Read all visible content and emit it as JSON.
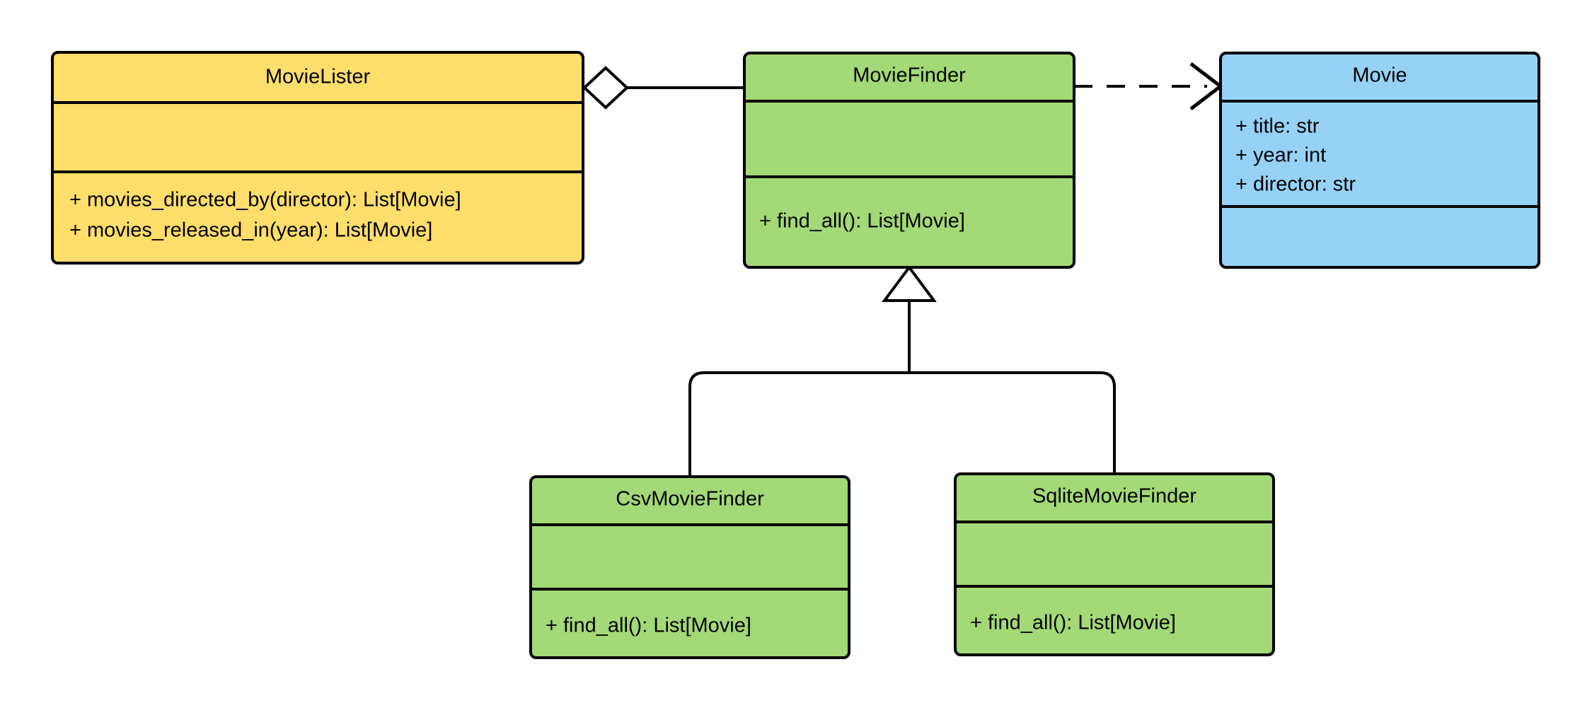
{
  "diagram": {
    "type": "uml-class-diagram",
    "title": "MovieLister dependency injection class diagram",
    "background": "#ffffff",
    "line_color": "#000000"
  },
  "colors": {
    "client_yellow": "#FFDE6B",
    "finder_green": "#A3D977",
    "entity_blue": "#96D2F5",
    "stroke": "#000000",
    "fill_white": "#FFFFFF"
  },
  "classes": [
    {
      "id": "movie-lister",
      "name": "MovieLister",
      "color": "#FFDE6B",
      "attributes": [],
      "methods": [
        "+ movies_directed_by(director): List[Movie]",
        "+ movies_released_in(year): List[Movie]"
      ]
    },
    {
      "id": "movie-finder",
      "name": "MovieFinder",
      "color": "#A3D977",
      "attributes": [],
      "methods": [
        "+ find_all(): List[Movie]"
      ]
    },
    {
      "id": "movie",
      "name": "Movie",
      "color": "#96D2F5",
      "attributes": [
        "+ title: str",
        "+ year: int",
        "+ director: str"
      ],
      "methods": []
    },
    {
      "id": "csv-movie-finder",
      "name": "CsvMovieFinder",
      "color": "#A3D977",
      "attributes": [],
      "methods": [
        "+ find_all(): List[Movie]"
      ]
    },
    {
      "id": "sqlite-movie-finder",
      "name": "SqliteMovieFinder",
      "color": "#A3D977",
      "attributes": [],
      "methods": [
        "+ find_all(): List[Movie]"
      ]
    }
  ],
  "relationships": [
    {
      "id": "lister-aggregates-finder",
      "kind": "aggregation",
      "source": "MovieLister",
      "target": "MovieFinder",
      "marker": "hollow-diamond"
    },
    {
      "id": "finder-depends-on-movie",
      "kind": "dependency",
      "source": "MovieFinder",
      "target": "Movie",
      "marker": "open-arrow",
      "style": "dashed"
    },
    {
      "id": "csv-inherits-finder",
      "kind": "generalization",
      "source": "CsvMovieFinder",
      "target": "MovieFinder",
      "marker": "hollow-triangle"
    },
    {
      "id": "sqlite-inherits-finder",
      "kind": "generalization",
      "source": "SqliteMovieFinder",
      "target": "MovieFinder",
      "marker": "hollow-triangle"
    }
  ]
}
